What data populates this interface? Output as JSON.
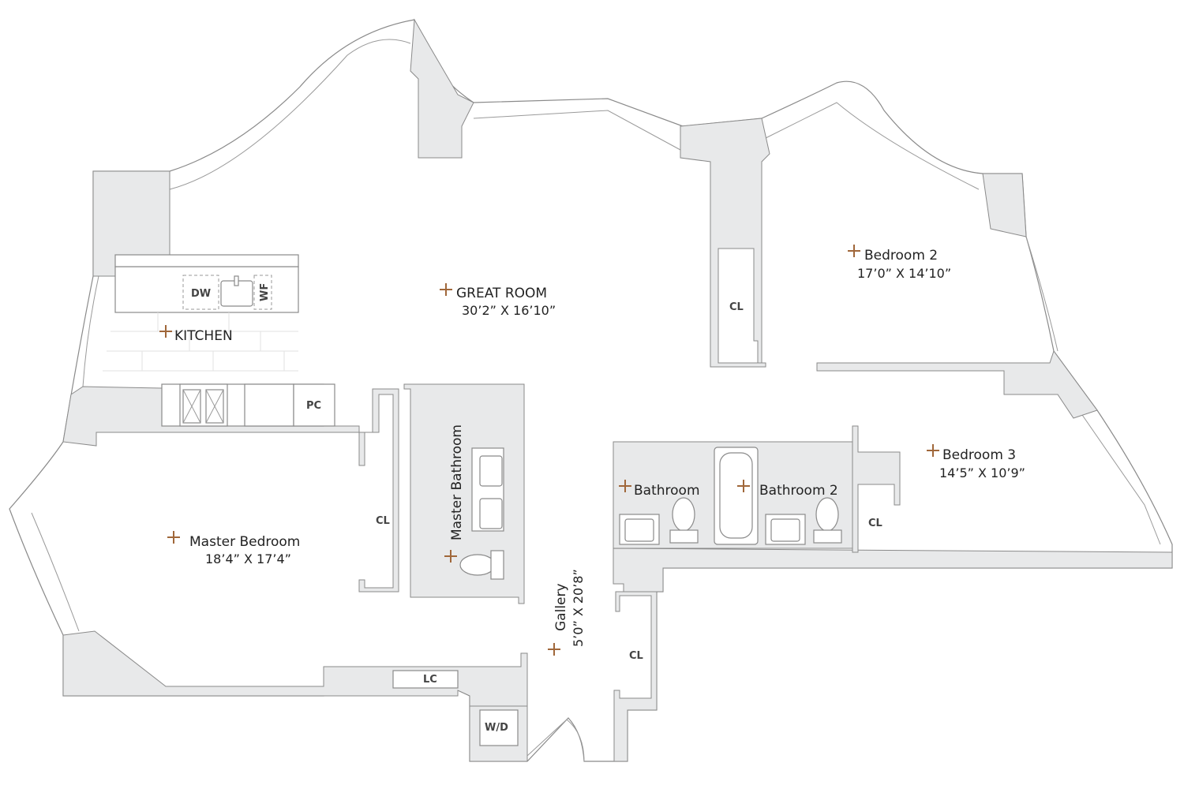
{
  "plan": {
    "marker_color": "#a0673a",
    "wall_color": "#e8e9ea",
    "rooms": {
      "great_room": {
        "name": "GREAT ROOM",
        "dims": "30’2” X 16’10”"
      },
      "kitchen": {
        "name": "KITCHEN"
      },
      "bedroom2": {
        "name": "Bedroom 2",
        "dims": "17’0” X 14’10”"
      },
      "bedroom3": {
        "name": "Bedroom 3",
        "dims": "14’5” X 10’9”"
      },
      "bathroom": {
        "name": "Bathroom"
      },
      "bathroom2": {
        "name": "Bathroom 2"
      },
      "master_bedroom": {
        "name": "Master Bedroom",
        "dims": "18’4” X 17’4”"
      },
      "master_bathroom": {
        "name": "Master Bathroom"
      },
      "gallery": {
        "name": "Gallery",
        "dims": "5’0” X 20’8”"
      }
    },
    "tags": {
      "cl": "CL",
      "lc": "LC",
      "wd": "W/D",
      "pc": "PC",
      "dw": "DW",
      "wf": "WF"
    }
  }
}
